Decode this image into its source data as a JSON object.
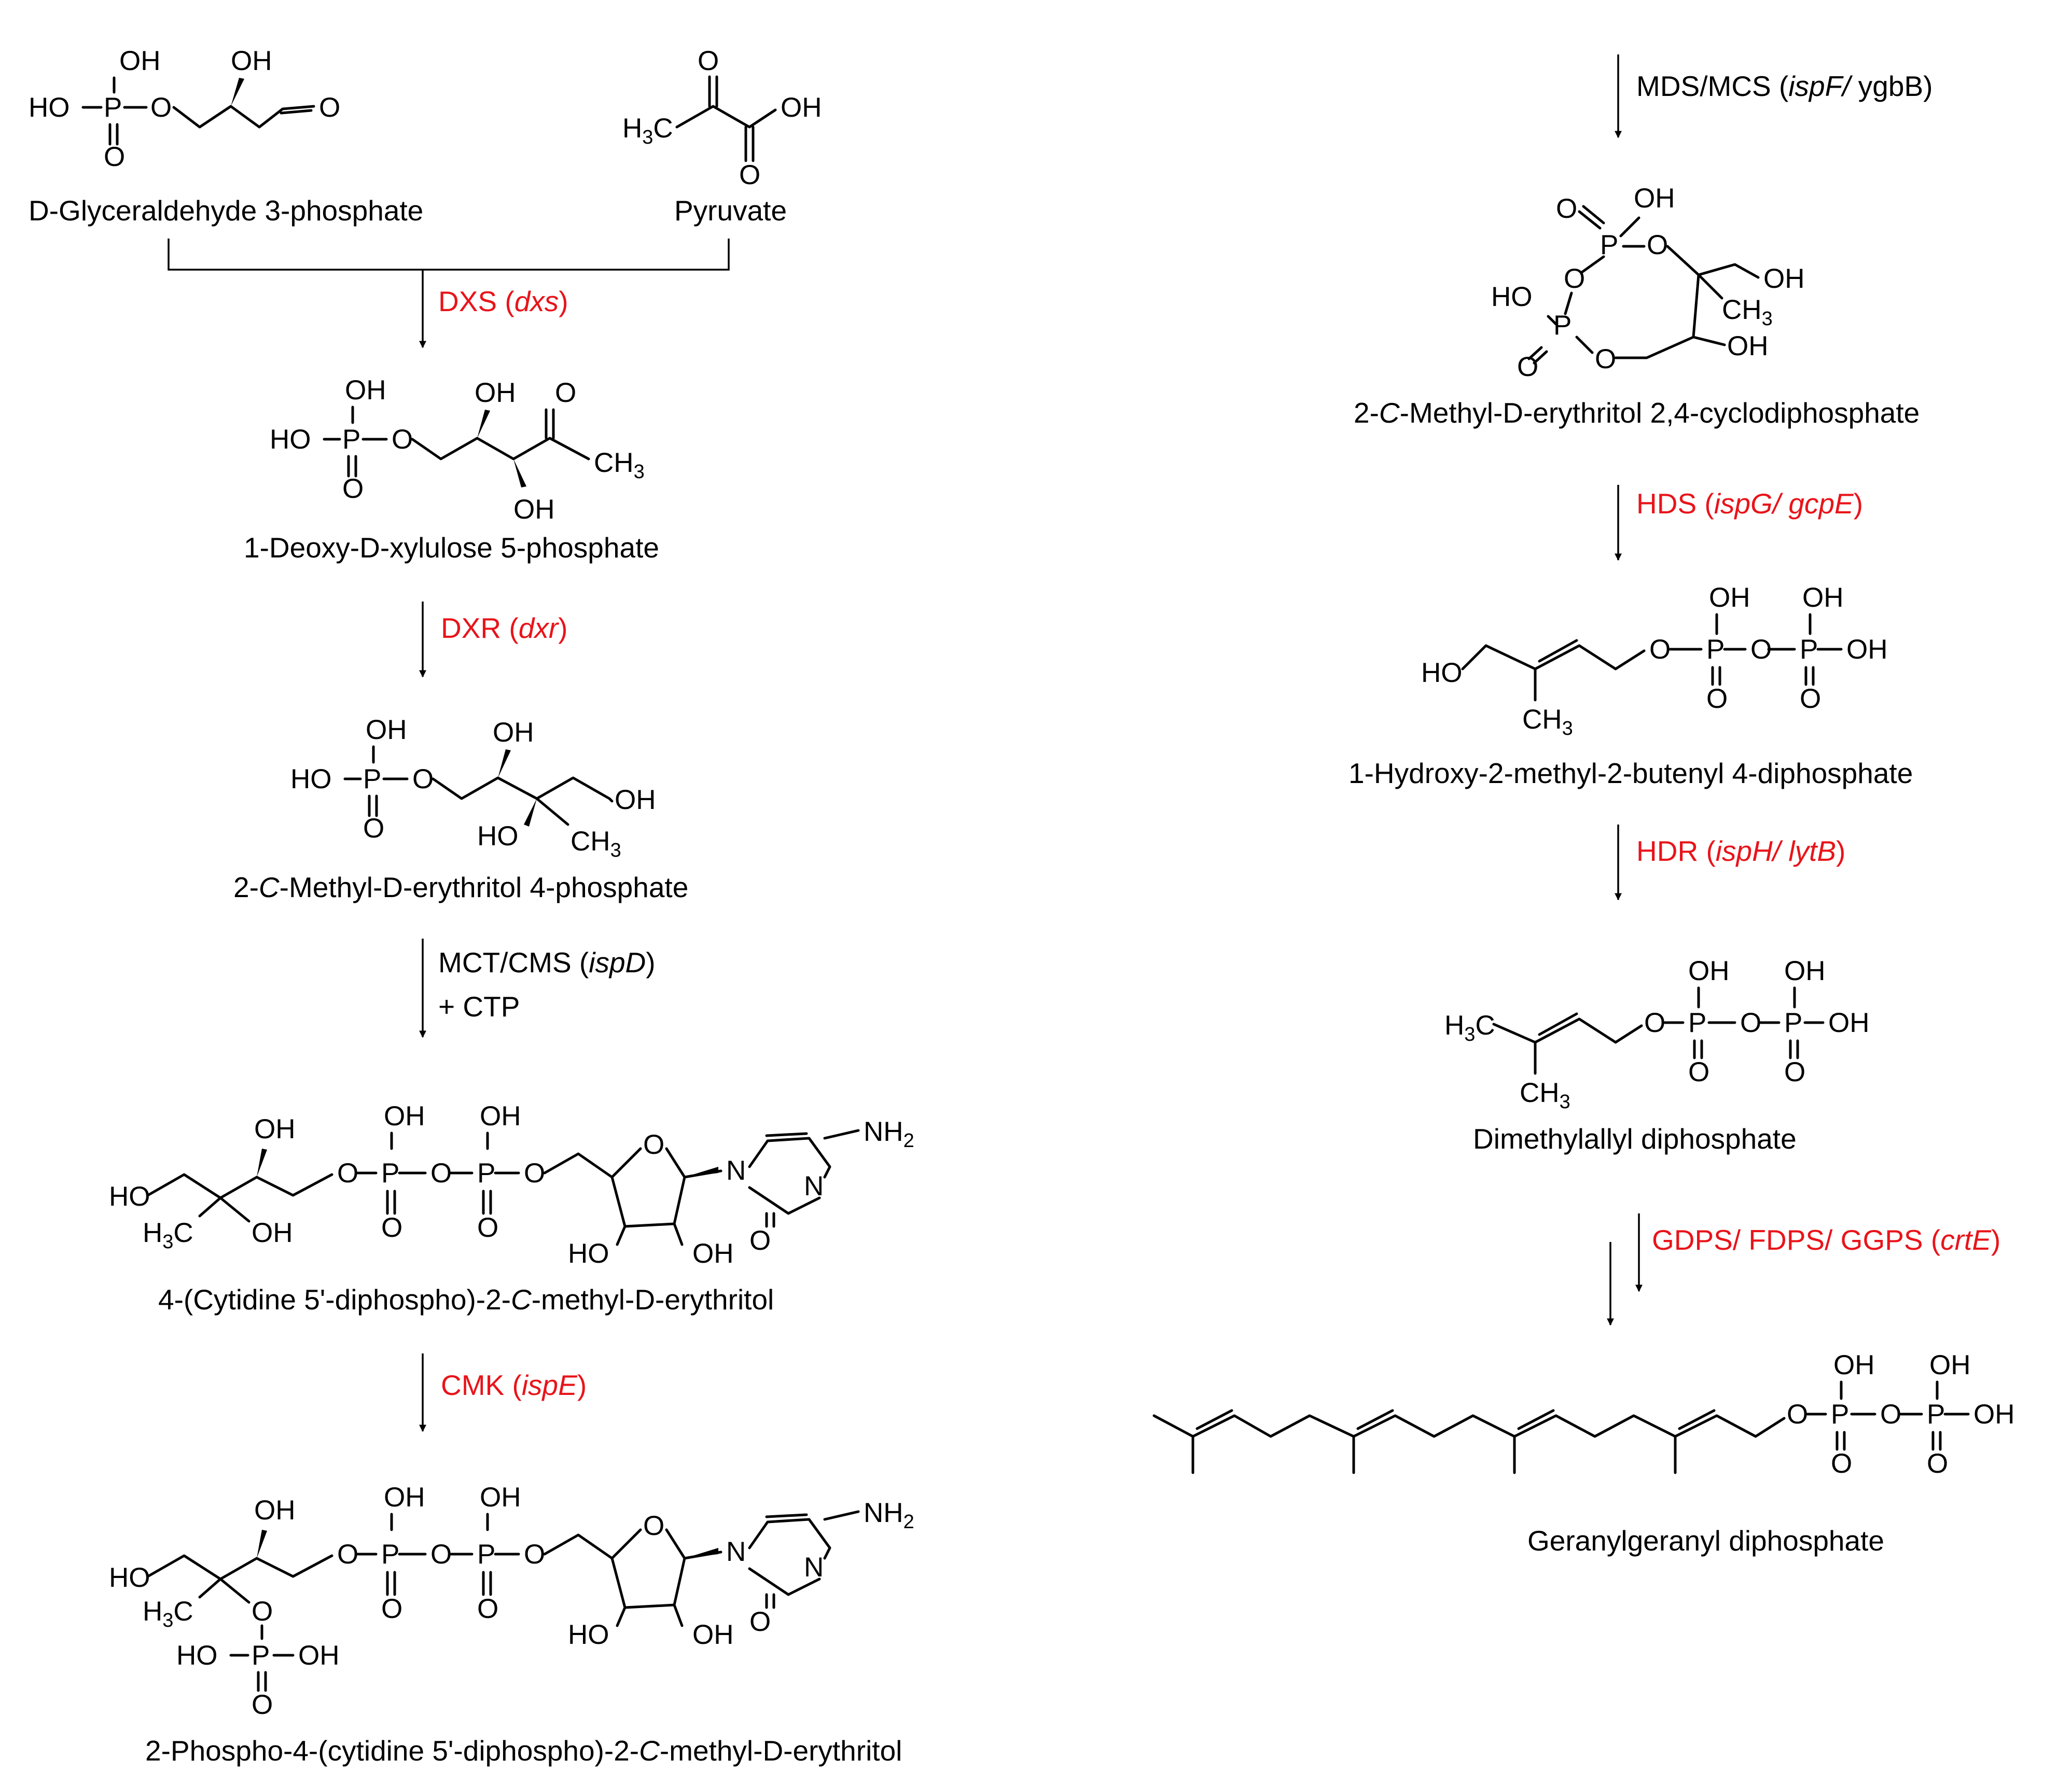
{
  "colors": {
    "enzyme": "#e8141a",
    "text": "#000000",
    "background": "#ffffff"
  },
  "compounds": {
    "g3p": "D-Glyceraldehyde 3-phosphate",
    "pyruvate": "Pyruvate",
    "dxp": "1-Deoxy-D-xylulose 5-phosphate",
    "mep": {
      "prefix": "2-",
      "italic": "C",
      "suffix": "-Methyl-D-erythritol 4-phosphate"
    },
    "cdpme": {
      "prefix": "4-(Cytidine 5'-diphospho)-2-",
      "italic": "C",
      "suffix": "-methyl-D-erythritol"
    },
    "cdpmep": {
      "prefix": "2-Phospho-4-(cytidine 5'-diphospho)-2-",
      "italic": "C",
      "suffix": "-methyl-D-erythritol"
    },
    "mecpp": {
      "prefix": "2-",
      "italic": "C",
      "suffix": "-Methyl-D-erythritol 2,4-cyclodiphosphate"
    },
    "hmbpp": "1-Hydroxy-2-methyl-2-butenyl 4-diphosphate",
    "dmapp": "Dimethylallyl diphosphate",
    "ggpp": "Geranylgeranyl diphosphate"
  },
  "enzymes": {
    "dxs": {
      "name": "DXS (",
      "gene": "dxs",
      "close": ")"
    },
    "dxr": {
      "name": "DXR (",
      "gene": "dxr",
      "close": ")"
    },
    "mct": {
      "name": "MCT/CMS (",
      "gene": "ispD",
      "close": ")",
      "cofactor": "+ CTP"
    },
    "cmk": {
      "name": "CMK (",
      "gene": "ispE",
      "close": ")"
    },
    "mds": {
      "name": "MDS/MCS (",
      "gene": "ispF/",
      "close": " ygbB)"
    },
    "hds": {
      "name": "HDS (",
      "gene": "ispG/ gcpE",
      "close": ")"
    },
    "hdr": {
      "name": "HDR (",
      "gene": "ispH/ lytB",
      "close": ")"
    },
    "gdps": {
      "name": "GDPS/ FDPS/ GGPS (",
      "gene": "crtE",
      "close": ")"
    }
  },
  "atoms": {
    "O": "O",
    "OH": "OH",
    "HO": "HO",
    "P": "P",
    "N": "N",
    "NH": "NH",
    "CH": "CH",
    "H": "H",
    "C": "C",
    "sub2": "2",
    "sub3": "3"
  }
}
